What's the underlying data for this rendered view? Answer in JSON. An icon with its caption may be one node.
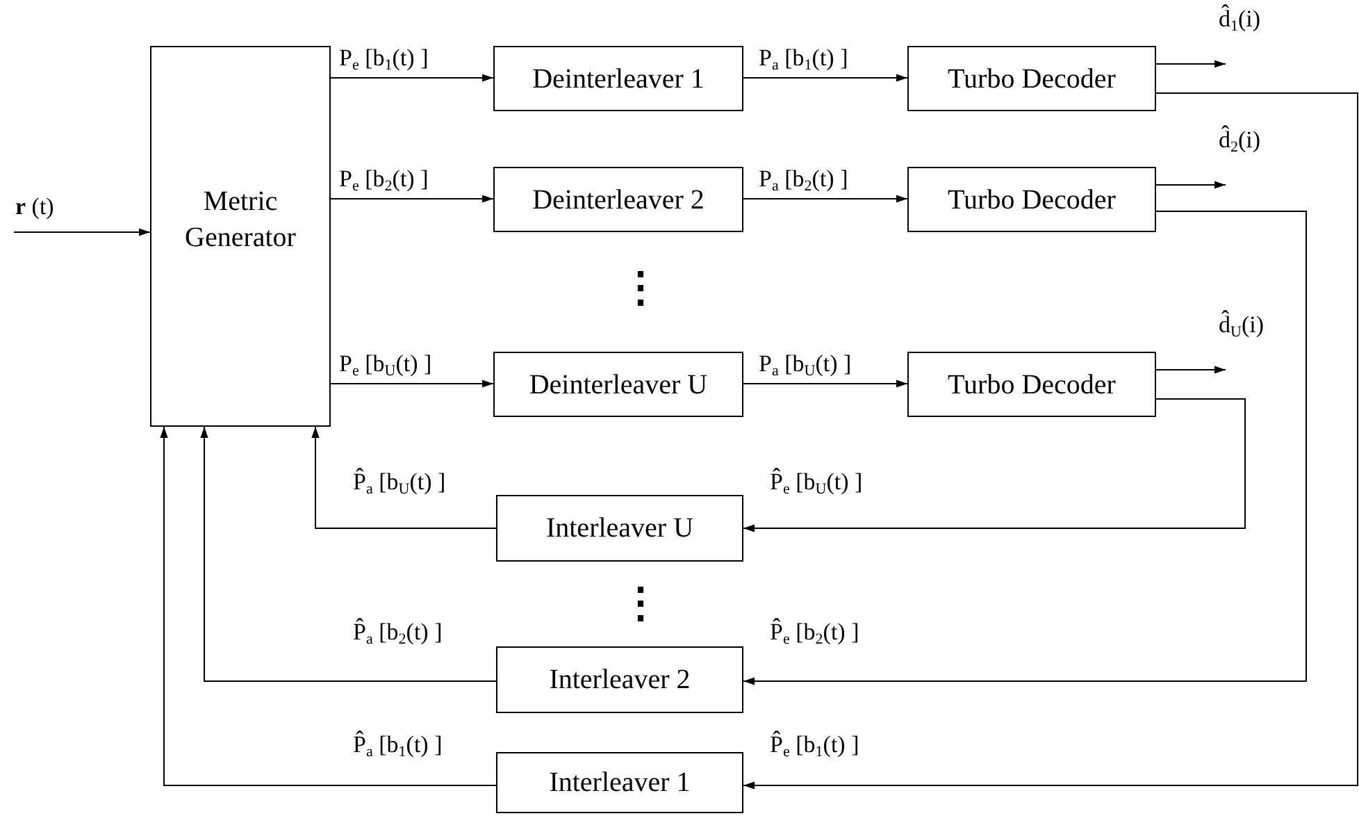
{
  "diagram": {
    "nodes": [
      {
        "text": [
          "Metric Generator"
        ]
      },
      {
        "text": [
          "Deinterleaver 1"
        ]
      },
      {
        "text": [
          "Deinterleaver 2"
        ]
      },
      {
        "text": [
          "Deinterleaver U"
        ]
      },
      {
        "text": [
          "Turbo Decoder"
        ]
      },
      {
        "text": [
          "Turbo Decoder"
        ]
      },
      {
        "text": [
          "Turbo Decoder"
        ]
      },
      {
        "text": [
          "Interleaver U"
        ]
      },
      {
        "text": [
          "Interleaver 2"
        ]
      },
      {
        "text": [
          "Interleaver 1"
        ]
      }
    ],
    "edges": [
      {
        "from": null,
        "to": 0,
        "arrow": "to",
        "label": "**r** (t)"
      },
      {
        "from": 0,
        "to": 1,
        "arrow": "to",
        "label": "P$_{e}$ [b$_{1}$(t) ]"
      },
      {
        "from": 0,
        "to": 2,
        "arrow": "to",
        "label": "P$_{e}$ [b$_{2}$(t) ]"
      },
      {
        "from": 0,
        "to": 3,
        "arrow": "to",
        "label": "P$_{e}$ [b$_{U}$(t) ]"
      },
      {
        "from": 1,
        "to": 4,
        "arrow": "to",
        "label": "P$_{a}$ [b$_{1}$(t) ]"
      },
      {
        "from": 2,
        "to": 5,
        "arrow": "to",
        "label": "P$_{a}$ [b$_{2}$(t) ]"
      },
      {
        "from": 3,
        "to": 6,
        "arrow": "to",
        "label": "P$_{a}$ [b$_{U}$(t) ]"
      },
      {
        "from": 4,
        "to": null,
        "arrow": "to",
        "label": "d̂$_{1}$(i)"
      },
      {
        "from": 5,
        "to": null,
        "arrow": "to",
        "label": "d̂$_{2}$(i)"
      },
      {
        "from": 6,
        "to": null,
        "arrow": "to",
        "label": "d̂$_{U}$(i)"
      },
      {
        "from": 4,
        "to": 9,
        "arrow": "to",
        "label": "P̂$_{e}$ [b$_{1}$(t) ]"
      },
      {
        "from": 5,
        "to": 8,
        "arrow": "to",
        "label": "P̂$_{e}$ [b$_{2}$(t) ]"
      },
      {
        "from": 6,
        "to": 7,
        "arrow": "to",
        "label": "P̂$_{e}$ [b$_{U}$(t) ]"
      },
      {
        "from": 7,
        "to": 0,
        "arrow": "to",
        "label": "P̂$_{a}$ [b$_{U}$(t) ]"
      },
      {
        "from": 8,
        "to": 0,
        "arrow": "to",
        "label": "P̂$_{a}$ [b$_{2}$(t) ]"
      },
      {
        "from": 9,
        "to": 0,
        "arrow": "to",
        "label": "P̂$_{a}$ [b$_{1}$(t) ]"
      }
    ],
    "labels": [
      "⋮",
      "⋮"
    ]
  }
}
